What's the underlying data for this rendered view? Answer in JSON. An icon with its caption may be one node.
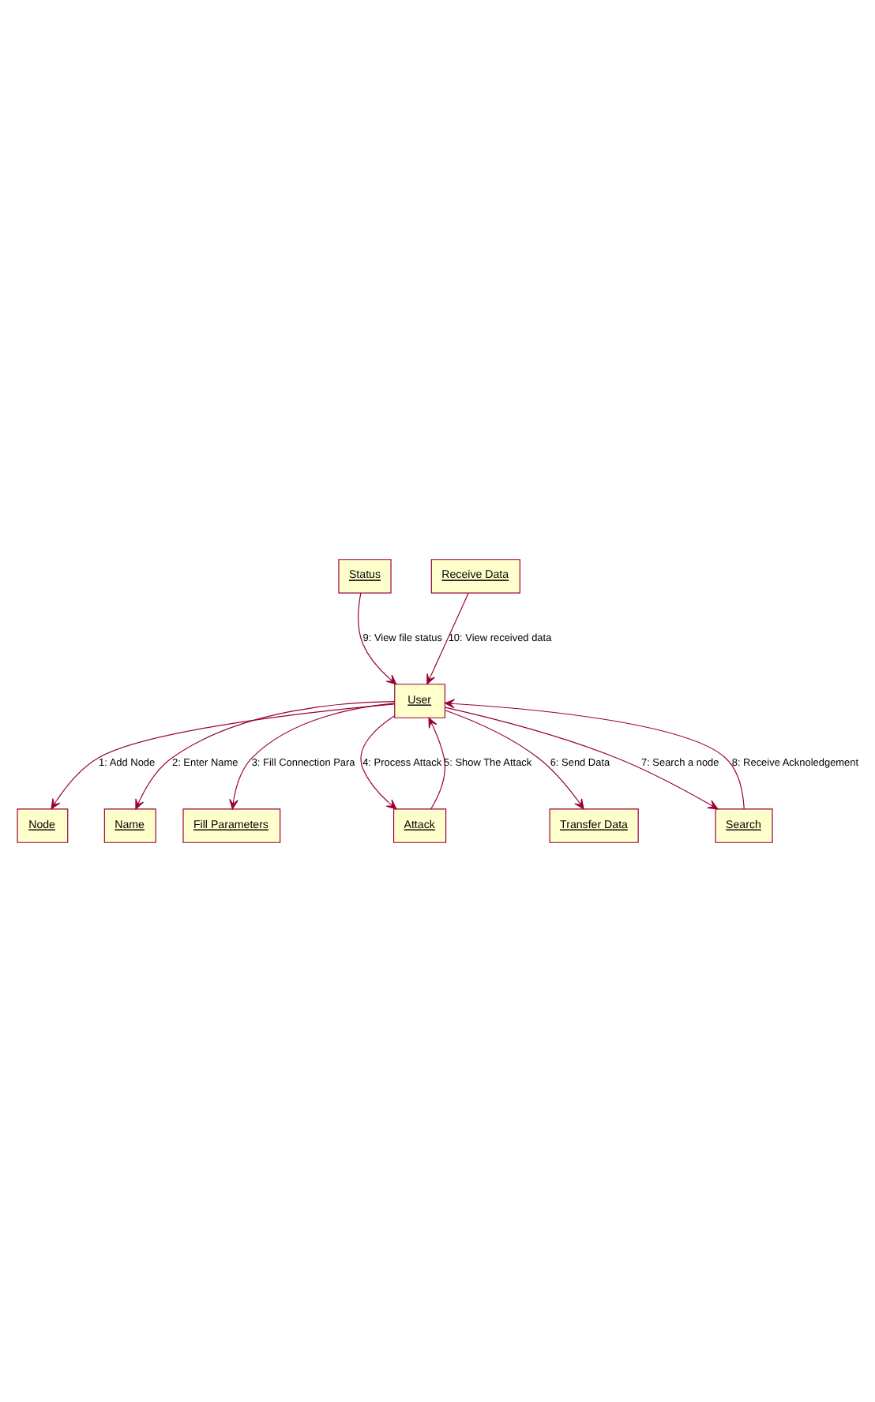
{
  "diagram": {
    "nodes": [
      {
        "text": [
          "User"
        ]
      },
      {
        "text": [
          "Node"
        ]
      },
      {
        "text": [
          "Name"
        ]
      },
      {
        "text": [
          "Fill Parameters"
        ]
      },
      {
        "text": [
          "Attack"
        ]
      },
      {
        "text": [
          "Transfer Data"
        ]
      },
      {
        "text": [
          "Search"
        ]
      },
      {
        "text": [
          "Status"
        ]
      },
      {
        "text": [
          "Receive Data"
        ]
      }
    ],
    "edges": [
      {
        "from": 0,
        "to": 1,
        "arrow": "to",
        "label": "1: Add Node"
      },
      {
        "from": 0,
        "to": 2,
        "arrow": "to",
        "label": "2: Enter Name"
      },
      {
        "from": 0,
        "to": 3,
        "arrow": "to",
        "label": "3: Fill Connection Para"
      },
      {
        "from": 0,
        "to": 4,
        "arrow": "to",
        "label": "4: Process Attack"
      },
      {
        "from": 4,
        "to": 0,
        "arrow": "to",
        "label": "5: Show The Attack"
      },
      {
        "from": 0,
        "to": 5,
        "arrow": "to",
        "label": "6: Send Data"
      },
      {
        "from": 0,
        "to": 6,
        "arrow": "to",
        "label": "7: Search a node"
      },
      {
        "from": 6,
        "to": 0,
        "arrow": "to",
        "label": "8: Receive Acknoledgement"
      },
      {
        "from": 7,
        "to": 0,
        "arrow": "to",
        "label": "9: View file status"
      },
      {
        "from": 8,
        "to": 0,
        "arrow": "to",
        "label": "10: View received data"
      }
    ]
  }
}
